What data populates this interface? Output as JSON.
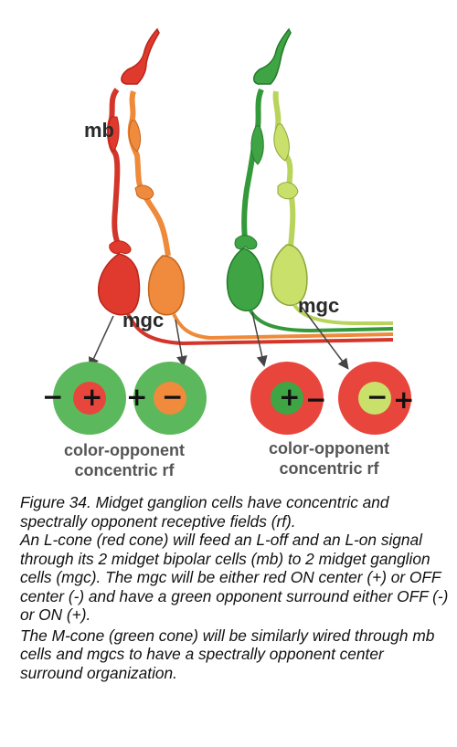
{
  "labels": {
    "mb": "mb",
    "mgc_left": "mgc",
    "mgc_right": "mgc"
  },
  "receptive_fields": {
    "left_caption_line1": "color-opponent",
    "left_caption_line2": "concentric rf",
    "right_caption_line1": "color-opponent",
    "right_caption_line2": "concentric rf",
    "rf1": {
      "outer": "−",
      "center": "+"
    },
    "rf2": {
      "outer": "+",
      "center": "−"
    },
    "rf3": {
      "outer": "−",
      "center": "+"
    },
    "rf4": {
      "outer": "+",
      "center": "−"
    }
  },
  "caption": {
    "para1": "Figure 34.  Midget ganglion cells have concentric and spectrally opponent receptive fields (rf).",
    "para2": "An L-cone (red cone) will feed an L-off and an L-on signal through its 2 midget bipolar cells (mb) to 2 midget ganglion cells (mgc). The mgc will be either red ON center (+) or OFF center (-) and have a green opponent surround  either OFF (-) or ON (+).",
    "para3": "The M-cone (green cone) will be similarly wired through mb cells and mgcs to have a spectrally opponent center surround organization."
  },
  "colors": {
    "red_cell": "#e03a2e",
    "orange_cell": "#f08a3c",
    "green_cell": "#3fa544",
    "lime_cell": "#c9e06a",
    "rf_green": "#5cb85c",
    "rf_red": "#e8453c"
  }
}
